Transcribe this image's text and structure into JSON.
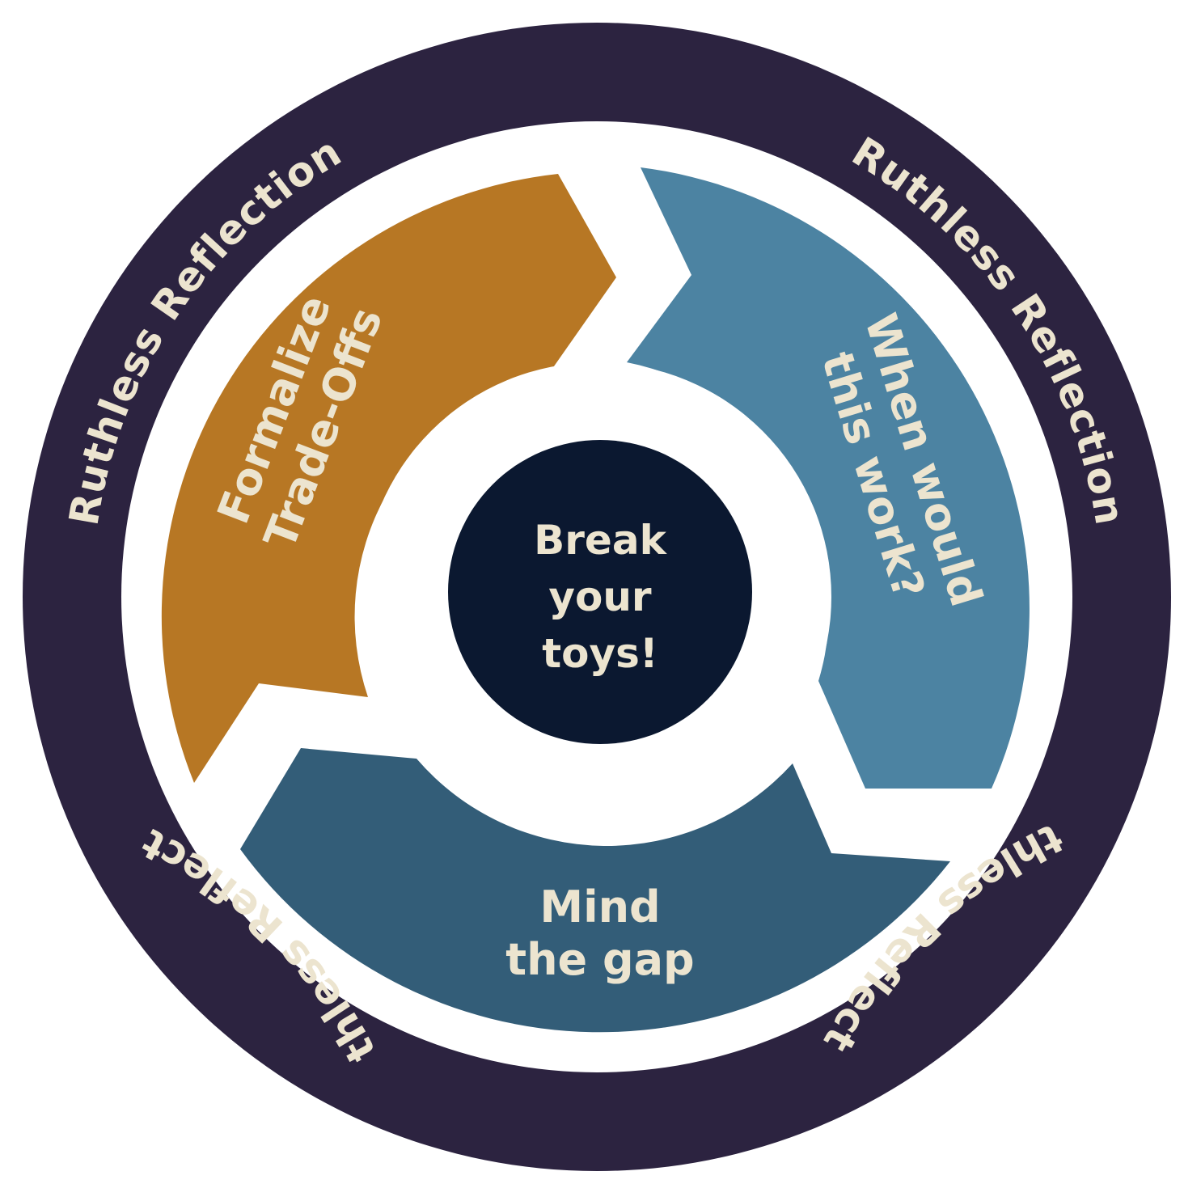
{
  "colors": {
    "ring": "#2c2340",
    "gold": "#b77724",
    "light_blue": "#4c83a2",
    "dark_blue": "#335d78",
    "center": "#0b1830",
    "text": "#ece4cf"
  },
  "ring": {
    "labels": [
      "Ruthless Reflection",
      "Ruthless Reflection",
      "Ruthless Reflection",
      "Ruthless Reflection"
    ]
  },
  "segments": [
    {
      "name": "gold",
      "lines": [
        "Formalize",
        "Trade-Offs"
      ]
    },
    {
      "name": "light-blue",
      "lines": [
        "When would",
        "this work?"
      ]
    },
    {
      "name": "dark-blue",
      "lines": [
        "Mind",
        "the gap"
      ]
    }
  ],
  "center": {
    "lines": [
      "Break",
      "your",
      "toys!"
    ]
  }
}
